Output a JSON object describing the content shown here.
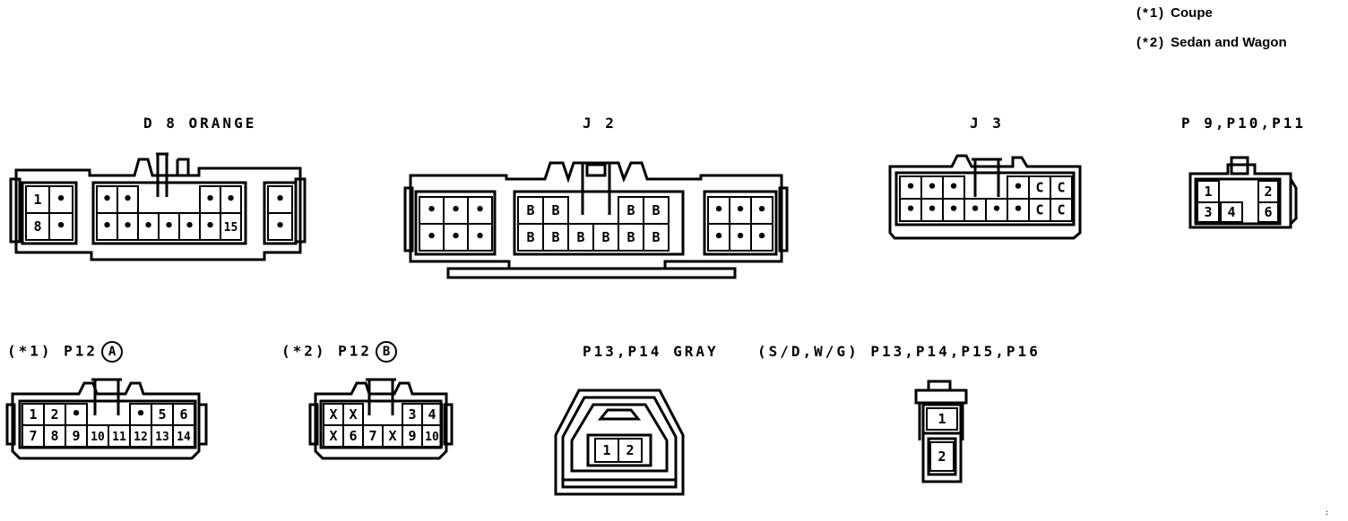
{
  "legend": [
    {
      "mark": "(*1)",
      "text": "Coupe"
    },
    {
      "mark": "(*2)",
      "text": "Sedan and Wagon"
    }
  ],
  "labels": {
    "d8": "D 8 ORANGE",
    "j2": "J 2",
    "j3": "J 3",
    "p9": "P 9,P10,P11",
    "p12a_prefix": "(*1) P12",
    "p12a_circle": "A",
    "p12b_prefix": "(*2) P12",
    "p12b_circle": "B",
    "p13gray": "P13,P14 GRAY",
    "p13sdwg": "(S/D,W/G) P13,P14,P15,P16"
  },
  "connectors": {
    "d8": {
      "left": [
        [
          "1",
          "•"
        ],
        [
          "8",
          "•"
        ]
      ],
      "center": [
        [
          "•",
          "•",
          "",
          "",
          "",
          "•",
          "•"
        ],
        [
          "•",
          "•",
          "•",
          "•",
          "•",
          "•",
          "15"
        ]
      ],
      "right": [
        [
          "•"
        ],
        [
          "•"
        ]
      ]
    },
    "j2": {
      "left": [
        [
          "•",
          "•",
          "•"
        ],
        [
          "•",
          "•",
          "•"
        ]
      ],
      "center": [
        [
          "B",
          "B",
          "",
          "",
          "B",
          "B"
        ],
        [
          "B",
          "B",
          "B",
          "B",
          "B",
          "B"
        ]
      ],
      "right": [
        [
          "•",
          "•",
          "•"
        ],
        [
          "•",
          "•",
          "•"
        ]
      ]
    },
    "j3": {
      "rows": [
        [
          "•",
          "•",
          "•",
          "",
          "",
          "•",
          "C",
          "C"
        ],
        [
          "•",
          "•",
          "•",
          "•",
          "•",
          "•",
          "C",
          "C"
        ]
      ]
    },
    "p9": {
      "cells": [
        "1",
        "3",
        "4",
        "2",
        "6"
      ]
    },
    "p12a": {
      "rows": [
        [
          "1",
          "2",
          "•",
          "",
          "",
          "•",
          "5",
          "6"
        ],
        [
          "7",
          "8",
          "9",
          "10",
          "11",
          "12",
          "13",
          "14"
        ]
      ]
    },
    "p12b": {
      "rows": [
        [
          "X",
          "X",
          "",
          "",
          "3",
          "4"
        ],
        [
          "X",
          "6",
          "7",
          "X",
          "9",
          "10"
        ]
      ]
    },
    "p13gray": {
      "cells": [
        "1",
        "2"
      ]
    },
    "p13sdwg": {
      "cells": [
        "1",
        "2"
      ]
    }
  },
  "footer_mark": ":"
}
